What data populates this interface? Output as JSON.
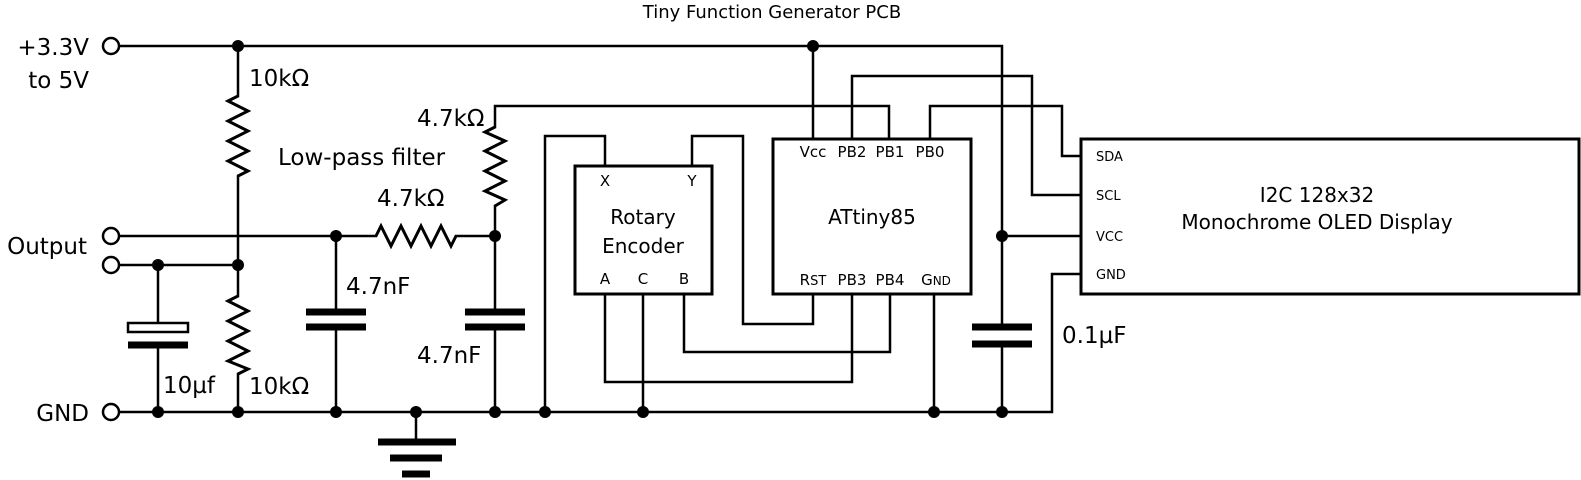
{
  "title": "Tiny Function Generator PCB",
  "terminals": {
    "supply": "+3.3V",
    "supply_range": "to 5V",
    "output": "Output",
    "gnd": "GND"
  },
  "resistors": {
    "r_top": "10kΩ",
    "r_bottom": "10kΩ",
    "r_pullup": "4.7kΩ",
    "r_filter": "4.7kΩ"
  },
  "capacitors": {
    "c_electrolytic": "10µf",
    "c_filter1": "4.7nF",
    "c_filter2": "4.7nF",
    "c_decoupling": "0.1µF"
  },
  "filter_label": "Low-pass filter",
  "encoder": {
    "name_line1": "Rotary",
    "name_line2": "Encoder",
    "pins": {
      "x": "X",
      "y": "Y",
      "a": "A",
      "c": "C",
      "b": "B"
    }
  },
  "mcu": {
    "name": "ATtiny85",
    "pins": {
      "vcc": "Vcc",
      "pb2": "PB2",
      "pb1": "PB1",
      "pb0": "PB0",
      "rst_first": "R",
      "rst_rest": "ST",
      "pb3": "PB3",
      "pb4": "PB4",
      "gnd_first": "G",
      "gnd_rest": "ND"
    }
  },
  "display": {
    "line1": "I2C 128x32",
    "line2": "Monochrome OLED Display",
    "pins": {
      "sda": "SDA",
      "scl": "SCL",
      "vcc": "VCC",
      "gnd": "GND"
    }
  }
}
